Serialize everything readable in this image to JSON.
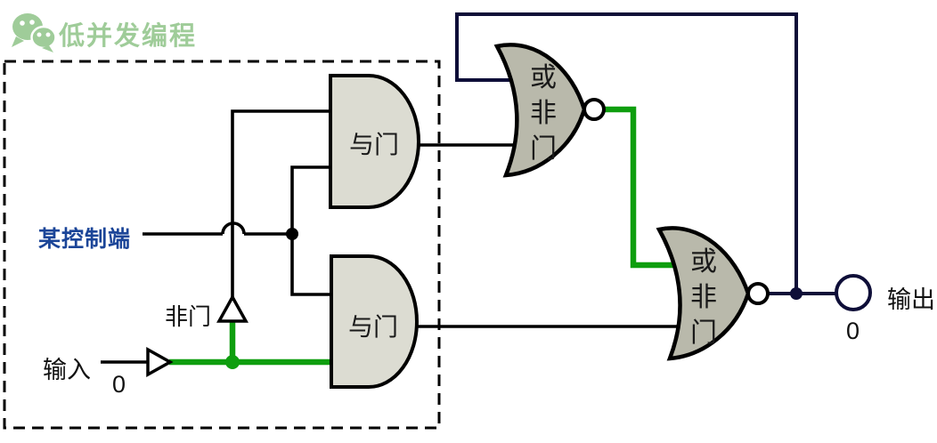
{
  "header": {
    "brand": "低并发编程"
  },
  "diagram": {
    "labels": {
      "control_terminal": "某控制端",
      "not_gate": "非门",
      "input": "输入",
      "and_gate_top": "与门",
      "and_gate_bottom": "与门",
      "nor_gate_top": "或非门",
      "nor_gate_bottom": "或非门",
      "output": "输出"
    },
    "values": {
      "input_value": "0",
      "output_value": "0"
    },
    "colors": {
      "active_wire_green": "#0f9e0f",
      "feedback_wire_navy": "#0e0e38",
      "plain_wire_black": "#000000",
      "and_gate_fill": "#dcdcd2",
      "nor_gate_fill": "#b9b9ab",
      "control_label_blue": "#1b4598",
      "brand_green": "#9fcc99"
    }
  }
}
